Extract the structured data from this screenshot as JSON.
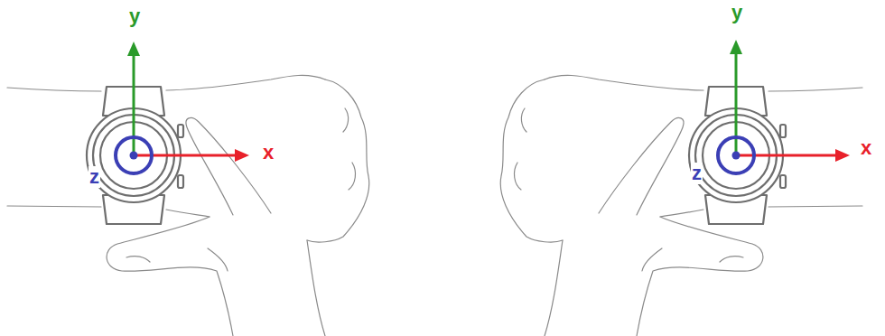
{
  "diagram": {
    "labels": [
      "y",
      "x",
      "z",
      "y",
      "x",
      "z"
    ]
  }
}
